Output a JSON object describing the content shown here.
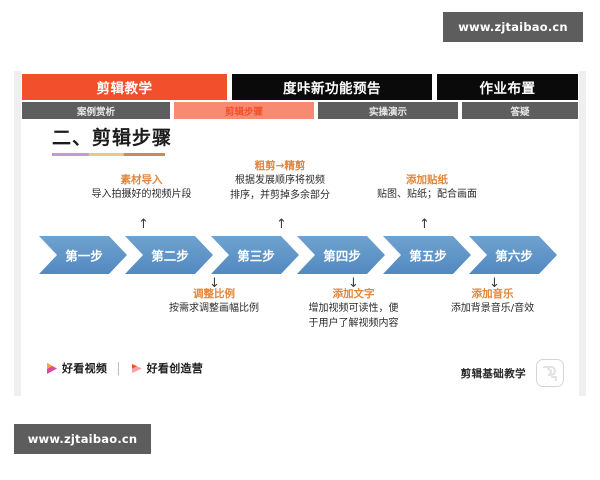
{
  "watermarks": {
    "top": "www.zjtaibao.cn",
    "bottom": "www.zjtaibao.cn"
  },
  "colors": {
    "accent_orange": "#f2502c",
    "tab_active_light": "#f98a72",
    "tab_inactive": "#5e5e5e",
    "tab_dark": "#0a0a0a",
    "chevron_blue": "#5b93c7",
    "annotation_orange": "#e2863c"
  },
  "slide": {
    "primary_tabs": [
      {
        "label": "剪辑教学",
        "active": true
      },
      {
        "label": "度咔新功能预告",
        "active": false
      },
      {
        "label": "作业布置",
        "active": false
      }
    ],
    "secondary_tabs": [
      {
        "label": "案例赏析",
        "active": false
      },
      {
        "label": "剪辑步骤",
        "active": true
      },
      {
        "label": "实操演示",
        "active": false
      },
      {
        "label": "答疑",
        "active": false
      }
    ],
    "title": "二、剪辑步骤",
    "steps": [
      {
        "label": "第一步"
      },
      {
        "label": "第二步"
      },
      {
        "label": "第三步"
      },
      {
        "label": "第四步"
      },
      {
        "label": "第五步"
      },
      {
        "label": "第六步"
      }
    ],
    "annotations_top": [
      {
        "heading": "素材导入",
        "body": "导入拍摄好的视频片段",
        "arrow": "↑"
      },
      {
        "heading": "粗剪→精剪",
        "body": "根据发展顺序将视频\n排序，并剪掉多余部分",
        "arrow": "↑"
      },
      {
        "heading": "添加贴纸",
        "body": "贴图、贴纸；配合画面",
        "arrow": "↑"
      }
    ],
    "annotations_bottom": [
      {
        "heading": "调整比例",
        "body": "按需求调整画幅比例",
        "arrow": "↓"
      },
      {
        "heading": "添加文字",
        "body": "增加视频可读性，便\n于用户了解视频内容",
        "arrow": "↓"
      },
      {
        "heading": "添加音乐",
        "body": "添加背景音乐/音效",
        "arrow": "↓"
      }
    ],
    "footer": {
      "brand_one": "好看视频",
      "separator": "|",
      "brand_two": "好看创造营",
      "course_label": "剪辑基础教学"
    }
  }
}
